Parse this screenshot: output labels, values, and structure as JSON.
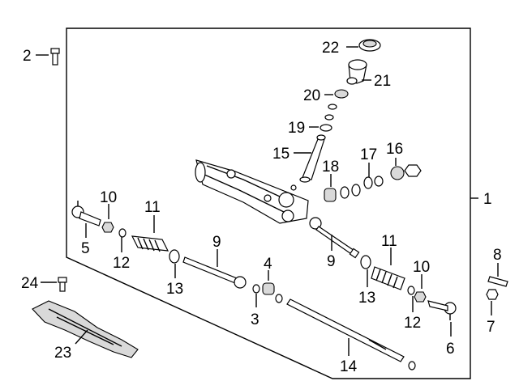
{
  "diagram": {
    "callouts": [
      {
        "id": "c1",
        "text": "1"
      },
      {
        "id": "c2",
        "text": "2"
      },
      {
        "id": "c3",
        "text": "3"
      },
      {
        "id": "c4",
        "text": "4"
      },
      {
        "id": "c5",
        "text": "5"
      },
      {
        "id": "c6",
        "text": "6"
      },
      {
        "id": "c7",
        "text": "7"
      },
      {
        "id": "c8",
        "text": "8"
      },
      {
        "id": "c9a",
        "text": "9"
      },
      {
        "id": "c9b",
        "text": "9"
      },
      {
        "id": "c10a",
        "text": "10"
      },
      {
        "id": "c10b",
        "text": "10"
      },
      {
        "id": "c11a",
        "text": "11"
      },
      {
        "id": "c11b",
        "text": "11"
      },
      {
        "id": "c12a",
        "text": "12"
      },
      {
        "id": "c12b",
        "text": "12"
      },
      {
        "id": "c13a",
        "text": "13"
      },
      {
        "id": "c13b",
        "text": "13"
      },
      {
        "id": "c14",
        "text": "14"
      },
      {
        "id": "c15",
        "text": "15"
      },
      {
        "id": "c16",
        "text": "16"
      },
      {
        "id": "c17",
        "text": "17"
      },
      {
        "id": "c18",
        "text": "18"
      },
      {
        "id": "c19",
        "text": "19"
      },
      {
        "id": "c20",
        "text": "20"
      },
      {
        "id": "c21",
        "text": "21"
      },
      {
        "id": "c22",
        "text": "22"
      },
      {
        "id": "c23",
        "text": "23"
      },
      {
        "id": "c24",
        "text": "24"
      }
    ]
  }
}
